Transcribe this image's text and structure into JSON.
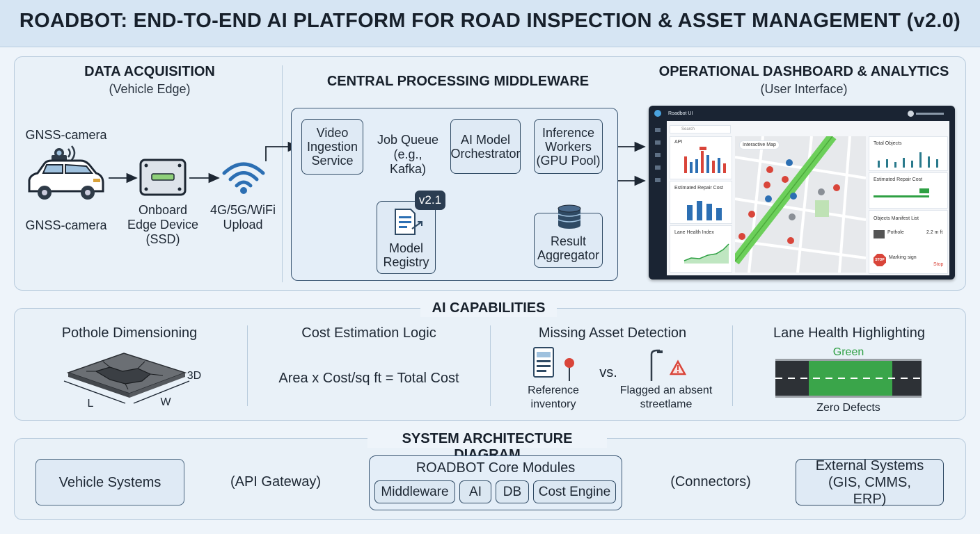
{
  "title": "ROADBOT: END-TO-END AI PLATFORM FOR ROAD INSPECTION & ASSET MANAGEMENT (v2.0)",
  "acquisition": {
    "heading": "DATA ACQUISITION",
    "sub": "(Vehicle Edge)",
    "camera_top": "GNSS-camera",
    "camera_bottom": "GNSS-camera",
    "edge_device": "Onboard Edge Device (SSD)",
    "upload": "4G/5G/WiFi Upload"
  },
  "middleware": {
    "heading": "CENTRAL PROCESSING MIDDLEWARE",
    "video": "Video Ingestion Service",
    "queue": "Job Queue (e.g., Kafka)",
    "orchestrator": "AI Model Orchestrator",
    "workers": "Inference Workers (GPU Pool)",
    "registry": "Model Registry",
    "registry_version": "v2.1",
    "aggregator": "Result Aggregator"
  },
  "dashboard": {
    "heading": "OPERATIONAL DASHBOARD & ANALYTICS",
    "sub": "(User Interface)",
    "app_name": "Roadbot UI",
    "search": "Search",
    "api_label": "API",
    "repair_cost": "Estimated Repair Cost",
    "lane_health": "Lane Health Index",
    "map_filter": "Interactive Map",
    "total_objects": "Total Objects",
    "repair_cost_right": "Estimated Repair Cost",
    "manifest": "Objects Manifest List",
    "row1_name": "Pothole",
    "row1_meta": "2.2 m ft",
    "row2_name": "Marking sign",
    "row2_action": "Stop",
    "stop_sign": "STOP"
  },
  "capabilities": {
    "heading": "AI CAPABILITIES",
    "pothole": "Pothole Dimensioning",
    "pothole_l": "L",
    "pothole_w": "W",
    "pothole_3d": "3D",
    "cost": "Cost Estimation Logic",
    "cost_formula": "Area x Cost/sq ft = Total Cost",
    "missing": "Missing Asset Detection",
    "reference": "Reference inventory",
    "vs": "vs.",
    "flagged": "Flagged an absent streetlame",
    "lane": "Lane Health Highlighting",
    "lane_green": "Green",
    "lane_zero": "Zero Defects"
  },
  "architecture": {
    "heading": "SYSTEM ARCHITECTURE DIAGRAM",
    "vehicle": "Vehicle Systems",
    "gateway": "(API Gateway)",
    "core": "ROADBOT Core Modules",
    "modules": [
      "Middleware",
      "AI",
      "DB",
      "Cost Engine"
    ],
    "connectors": "(Connectors)",
    "external": "External Systems (GIS, CMMS, ERP)"
  },
  "colors": {
    "accent": "#2f4a64",
    "green": "#2ea043",
    "red": "#d9453a",
    "panel": "#e9f1f8"
  }
}
